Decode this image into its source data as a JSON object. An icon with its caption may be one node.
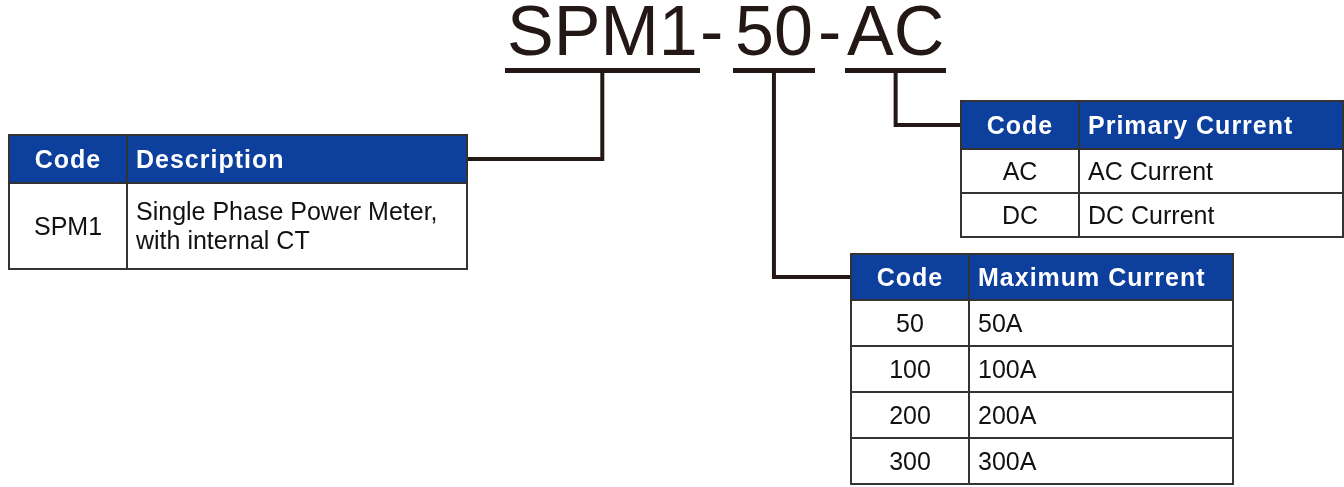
{
  "diagram": {
    "nodes": [
      {
        "text": [
          "SPM1"
        ]
      },
      {
        "text": [
          "50"
        ]
      },
      {
        "text": [
          "AC"
        ]
      },
      {
        "text": [
          "Code",
          "Description",
          "SPM1",
          "Single Phase Power Meter, with internal CT"
        ]
      },
      {
        "text": [
          "Code",
          "Primary Current",
          "AC",
          "AC Current",
          "DC",
          "DC Current"
        ]
      },
      {
        "text": [
          "Code",
          "Maximum Current",
          "50",
          "50A",
          "100",
          "100A",
          "200",
          "200A",
          "300",
          "300A"
        ]
      }
    ],
    "edges": [
      {
        "from": 0,
        "to": 3,
        "arrow": "none"
      },
      {
        "from": 1,
        "to": 5,
        "arrow": "none"
      },
      {
        "from": 2,
        "to": 4,
        "arrow": "none"
      }
    ],
    "labels": [
      "-",
      "-"
    ]
  }
}
